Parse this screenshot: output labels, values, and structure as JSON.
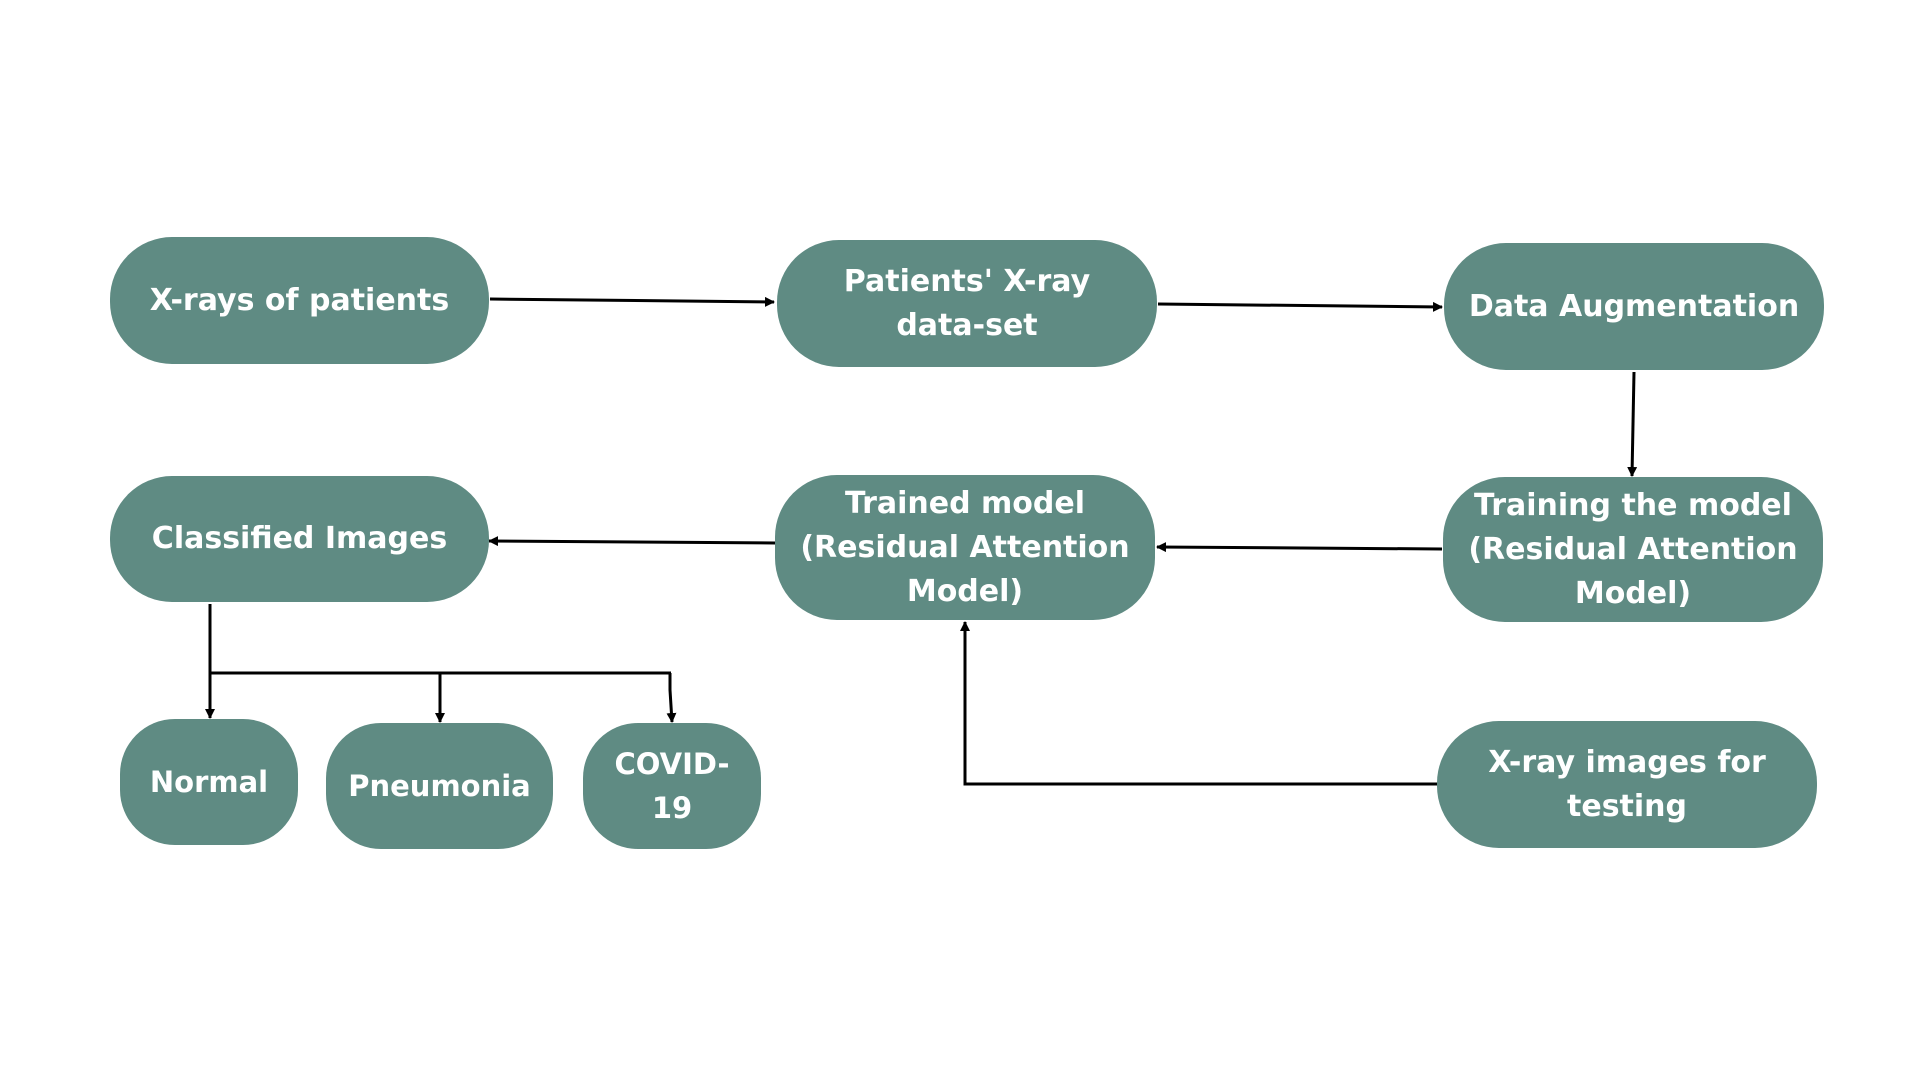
{
  "nodes": {
    "xrays": "X-rays of patients",
    "dataset": "Patients' X-ray\ndata-set",
    "augmentation": "Data Augmentation",
    "training": "Training the model\n(Residual Attention\nModel)",
    "trained": "Trained model\n(Residual Attention\nModel)",
    "classified": "Classified Images",
    "testing": "X-ray images for\ntesting",
    "normal": "Normal",
    "pneumonia": "Pneumonia",
    "covid": "COVID-19"
  },
  "colors": {
    "node_fill": "#5f8b83",
    "node_text": "#ffffff",
    "connector": "#000000",
    "background": "#ffffff"
  }
}
